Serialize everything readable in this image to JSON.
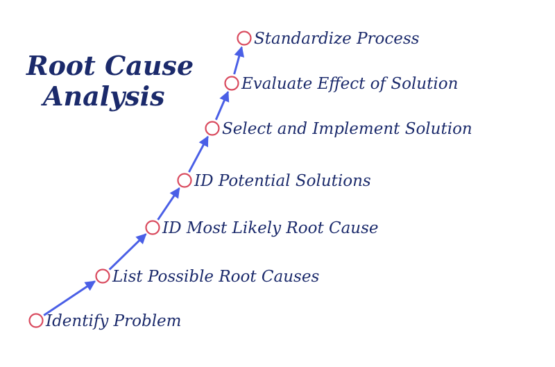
{
  "title": {
    "line1": "Root Cause",
    "line2": "Analysis"
  },
  "colors": {
    "title_text": "#1b2a6b",
    "step_text": "#1b2a6b",
    "marker_stroke": "#d94a5e",
    "arrow": "#4a5fe6",
    "background": "#ffffff"
  },
  "steps": [
    {
      "label": "Identify Problem"
    },
    {
      "label": "List Possible Root Causes"
    },
    {
      "label": "ID Most Likely Root Cause"
    },
    {
      "label": "ID Potential Solutions"
    },
    {
      "label": "Select and Implement Solution"
    },
    {
      "label": "Evaluate Effect of Solution"
    },
    {
      "label": "Standardize Process"
    }
  ]
}
